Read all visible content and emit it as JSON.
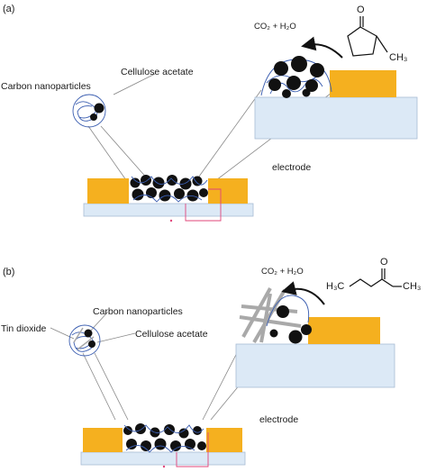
{
  "colors": {
    "electrode": "#f5b01f",
    "substrate": "#dce9f6",
    "nanoparticle": "#111111",
    "cellulose": "#3a5db0",
    "tin_dioxide": "#a9a9a9",
    "wire": "#e0457a"
  },
  "panel_a": {
    "label": "(a)",
    "carbon_label": "Carbon nanoparticles",
    "cellulose_label": "Cellulose acetate",
    "electrode_label": "electrode",
    "products_label": "CO₂ + H₂O",
    "methyl_label": "CH₃",
    "oxygen_label": "O"
  },
  "panel_b": {
    "label": "(b)",
    "tin_label": "Tin dioxide",
    "carbon_label": "Carbon nanoparticles",
    "cellulose_label": "Cellulose acetate",
    "electrode_label": "electrode",
    "products_label": "CO₂ + H₂O",
    "left_group": "H₃C",
    "right_group": "CH₃",
    "oxygen_label": "O"
  }
}
